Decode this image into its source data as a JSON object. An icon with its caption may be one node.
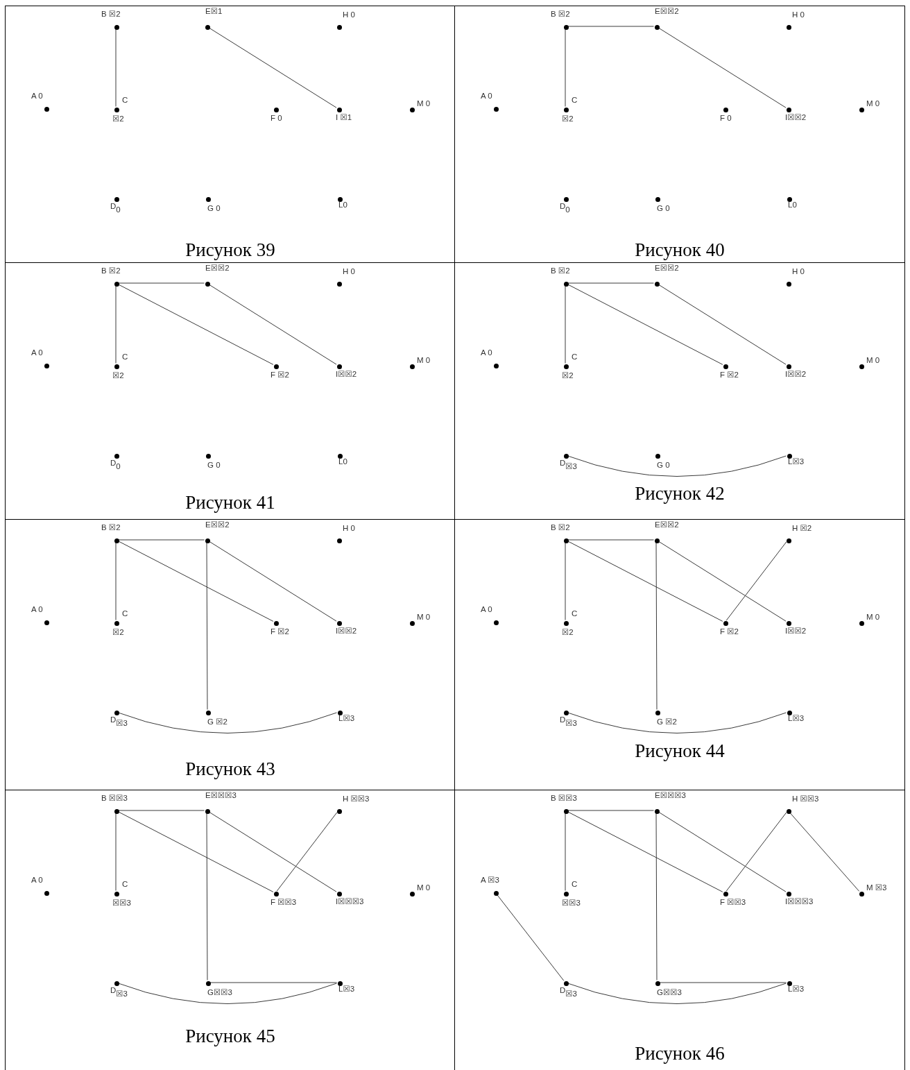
{
  "diagram": {
    "nodes": [
      {
        "text": [
          "Рисунок 39"
        ]
      },
      {
        "text": [
          "A 0"
        ],
        "in": 0
      },
      {
        "text": [
          "B ☒2"
        ],
        "in": 0
      },
      {
        "text": [
          "C",
          "☒2"
        ],
        "in": 0
      },
      {
        "text": [
          "D$_{0}$"
        ],
        "in": 0
      },
      {
        "text": [
          "E☒1"
        ],
        "in": 0
      },
      {
        "text": [
          "F 0"
        ],
        "in": 0
      },
      {
        "text": [
          "G 0"
        ],
        "in": 0
      },
      {
        "text": [
          "H 0"
        ],
        "in": 0
      },
      {
        "text": [
          "I ☒1"
        ],
        "in": 0
      },
      {
        "text": [
          "L0"
        ],
        "in": 0
      },
      {
        "text": [
          "M 0"
        ],
        "in": 0
      },
      {
        "text": [
          "Рисунок 40"
        ]
      },
      {
        "text": [
          "A 0"
        ],
        "in": 12
      },
      {
        "text": [
          "B ☒2"
        ],
        "in": 12
      },
      {
        "text": [
          "C",
          "☒2"
        ],
        "in": 12
      },
      {
        "text": [
          "D$_{0}$"
        ],
        "in": 12
      },
      {
        "text": [
          "E☒☒2"
        ],
        "in": 12
      },
      {
        "text": [
          "F 0"
        ],
        "in": 12
      },
      {
        "text": [
          "G 0"
        ],
        "in": 12
      },
      {
        "text": [
          "H 0"
        ],
        "in": 12
      },
      {
        "text": [
          "I☒☒2"
        ],
        "in": 12
      },
      {
        "text": [
          "L0"
        ],
        "in": 12
      },
      {
        "text": [
          "M 0"
        ],
        "in": 12
      },
      {
        "text": [
          "Рисунок 41"
        ]
      },
      {
        "text": [
          "A 0"
        ],
        "in": 24
      },
      {
        "text": [
          "B ☒2"
        ],
        "in": 24
      },
      {
        "text": [
          "C",
          "☒2"
        ],
        "in": 24
      },
      {
        "text": [
          "D$_{0}$"
        ],
        "in": 24
      },
      {
        "text": [
          "E☒☒2"
        ],
        "in": 24
      },
      {
        "text": [
          "F ☒2"
        ],
        "in": 24
      },
      {
        "text": [
          "G 0"
        ],
        "in": 24
      },
      {
        "text": [
          "H 0"
        ],
        "in": 24
      },
      {
        "text": [
          "I☒☒2"
        ],
        "in": 24
      },
      {
        "text": [
          "L0"
        ],
        "in": 24
      },
      {
        "text": [
          "M 0"
        ],
        "in": 24
      },
      {
        "text": [
          "Рисунок 42"
        ]
      },
      {
        "text": [
          "A 0"
        ],
        "in": 36
      },
      {
        "text": [
          "B ☒2"
        ],
        "in": 36
      },
      {
        "text": [
          "C",
          "☒2"
        ],
        "in": 36
      },
      {
        "text": [
          "D$_{☒3}$"
        ],
        "in": 36
      },
      {
        "text": [
          "E☒☒2"
        ],
        "in": 36
      },
      {
        "text": [
          "F ☒2"
        ],
        "in": 36
      },
      {
        "text": [
          "G 0"
        ],
        "in": 36
      },
      {
        "text": [
          "H 0"
        ],
        "in": 36
      },
      {
        "text": [
          "I☒☒2"
        ],
        "in": 36
      },
      {
        "text": [
          "L☒3"
        ],
        "in": 36
      },
      {
        "text": [
          "M 0"
        ],
        "in": 36
      },
      {
        "text": [
          "Рисунок 43"
        ]
      },
      {
        "text": [
          "A 0"
        ],
        "in": 48
      },
      {
        "text": [
          "B ☒2"
        ],
        "in": 48
      },
      {
        "text": [
          "C",
          "☒2"
        ],
        "in": 48
      },
      {
        "text": [
          "D$_{☒3}$"
        ],
        "in": 48
      },
      {
        "text": [
          "E☒☒2"
        ],
        "in": 48
      },
      {
        "text": [
          "F ☒2"
        ],
        "in": 48
      },
      {
        "text": [
          "G ☒2"
        ],
        "in": 48
      },
      {
        "text": [
          "H 0"
        ],
        "in": 48
      },
      {
        "text": [
          "I☒☒2"
        ],
        "in": 48
      },
      {
        "text": [
          "L☒3"
        ],
        "in": 48
      },
      {
        "text": [
          "M 0"
        ],
        "in": 48
      },
      {
        "text": [
          "Рисунок 44"
        ]
      },
      {
        "text": [
          "A 0"
        ],
        "in": 60
      },
      {
        "text": [
          "B ☒2"
        ],
        "in": 60
      },
      {
        "text": [
          "C",
          "☒2"
        ],
        "in": 60
      },
      {
        "text": [
          "D$_{☒3}$"
        ],
        "in": 60
      },
      {
        "text": [
          "E☒☒2"
        ],
        "in": 60
      },
      {
        "text": [
          "F ☒2"
        ],
        "in": 60
      },
      {
        "text": [
          "G ☒2"
        ],
        "in": 60
      },
      {
        "text": [
          "H ☒2"
        ],
        "in": 60
      },
      {
        "text": [
          "I☒☒2"
        ],
        "in": 60
      },
      {
        "text": [
          "L☒3"
        ],
        "in": 60
      },
      {
        "text": [
          "M 0"
        ],
        "in": 60
      },
      {
        "text": [
          "Рисунок 45"
        ]
      },
      {
        "text": [
          "A 0"
        ],
        "in": 72
      },
      {
        "text": [
          "B ☒☒3"
        ],
        "in": 72
      },
      {
        "text": [
          "C",
          "☒☒3"
        ],
        "in": 72
      },
      {
        "text": [
          "D$_{☒3}$"
        ],
        "in": 72
      },
      {
        "text": [
          "E☒☒☒3"
        ],
        "in": 72
      },
      {
        "text": [
          "F ☒☒3"
        ],
        "in": 72
      },
      {
        "text": [
          "G☒☒3"
        ],
        "in": 72
      },
      {
        "text": [
          "H ☒☒3"
        ],
        "in": 72
      },
      {
        "text": [
          "I☒☒☒3"
        ],
        "in": 72
      },
      {
        "text": [
          "L☒3"
        ],
        "in": 72
      },
      {
        "text": [
          "M 0"
        ],
        "in": 72
      },
      {
        "text": [
          "Рисунок 46"
        ]
      },
      {
        "text": [
          "A ☒3"
        ],
        "in": 84
      },
      {
        "text": [
          "B ☒☒3"
        ],
        "in": 84
      },
      {
        "text": [
          "C",
          "☒☒3"
        ],
        "in": 84
      },
      {
        "text": [
          "D$_{☒3}$"
        ],
        "in": 84
      },
      {
        "text": [
          "E☒☒☒3"
        ],
        "in": 84
      },
      {
        "text": [
          "F ☒☒3"
        ],
        "in": 84
      },
      {
        "text": [
          "G☒☒3"
        ],
        "in": 84
      },
      {
        "text": [
          "H ☒☒3"
        ],
        "in": 84
      },
      {
        "text": [
          "I☒☒☒3"
        ],
        "in": 84
      },
      {
        "text": [
          "L☒3"
        ],
        "in": 84
      },
      {
        "text": [
          "M ☒3"
        ],
        "in": 84
      }
    ],
    "edges": [
      {
        "from": 2,
        "to": 3,
        "arrow": "none"
      },
      {
        "from": 5,
        "to": 9,
        "arrow": "none"
      },
      {
        "from": 14,
        "to": 15,
        "arrow": "none"
      },
      {
        "from": 14,
        "to": 17,
        "arrow": "none"
      },
      {
        "from": 17,
        "to": 21,
        "arrow": "none"
      },
      {
        "from": 26,
        "to": 27,
        "arrow": "none"
      },
      {
        "from": 26,
        "to": 29,
        "arrow": "none"
      },
      {
        "from": 26,
        "to": 30,
        "arrow": "none"
      },
      {
        "from": 29,
        "to": 33,
        "arrow": "none"
      },
      {
        "from": 38,
        "to": 39,
        "arrow": "none"
      },
      {
        "from": 38,
        "to": 41,
        "arrow": "none"
      },
      {
        "from": 38,
        "to": 42,
        "arrow": "none"
      },
      {
        "from": 41,
        "to": 45,
        "arrow": "none"
      },
      {
        "from": 40,
        "to": 46,
        "arrow": "none"
      },
      {
        "from": 50,
        "to": 51,
        "arrow": "none"
      },
      {
        "from": 50,
        "to": 53,
        "arrow": "none"
      },
      {
        "from": 50,
        "to": 54,
        "arrow": "none"
      },
      {
        "from": 53,
        "to": 57,
        "arrow": "none"
      },
      {
        "from": 53,
        "to": 55,
        "arrow": "none"
      },
      {
        "from": 52,
        "to": 58,
        "arrow": "none"
      },
      {
        "from": 62,
        "to": 63,
        "arrow": "none"
      },
      {
        "from": 62,
        "to": 65,
        "arrow": "none"
      },
      {
        "from": 62,
        "to": 66,
        "arrow": "none"
      },
      {
        "from": 65,
        "to": 69,
        "arrow": "none"
      },
      {
        "from": 65,
        "to": 67,
        "arrow": "none"
      },
      {
        "from": 66,
        "to": 68,
        "arrow": "none"
      },
      {
        "from": 64,
        "to": 70,
        "arrow": "none"
      },
      {
        "from": 74,
        "to": 75,
        "arrow": "none"
      },
      {
        "from": 74,
        "to": 77,
        "arrow": "none"
      },
      {
        "from": 74,
        "to": 78,
        "arrow": "none"
      },
      {
        "from": 77,
        "to": 81,
        "arrow": "none"
      },
      {
        "from": 77,
        "to": 79,
        "arrow": "none"
      },
      {
        "from": 78,
        "to": 80,
        "arrow": "none"
      },
      {
        "from": 76,
        "to": 82,
        "arrow": "none"
      },
      {
        "from": 79,
        "to": 82,
        "arrow": "none"
      },
      {
        "from": 86,
        "to": 87,
        "arrow": "none"
      },
      {
        "from": 86,
        "to": 89,
        "arrow": "none"
      },
      {
        "from": 86,
        "to": 90,
        "arrow": "none"
      },
      {
        "from": 89,
        "to": 93,
        "arrow": "none"
      },
      {
        "from": 89,
        "to": 91,
        "arrow": "none"
      },
      {
        "from": 90,
        "to": 92,
        "arrow": "none"
      },
      {
        "from": 88,
        "to": 94,
        "arrow": "none"
      },
      {
        "from": 91,
        "to": 94,
        "arrow": "none"
      },
      {
        "from": 85,
        "to": 88,
        "arrow": "none"
      },
      {
        "from": 92,
        "to": 95,
        "arrow": "none"
      }
    ]
  }
}
